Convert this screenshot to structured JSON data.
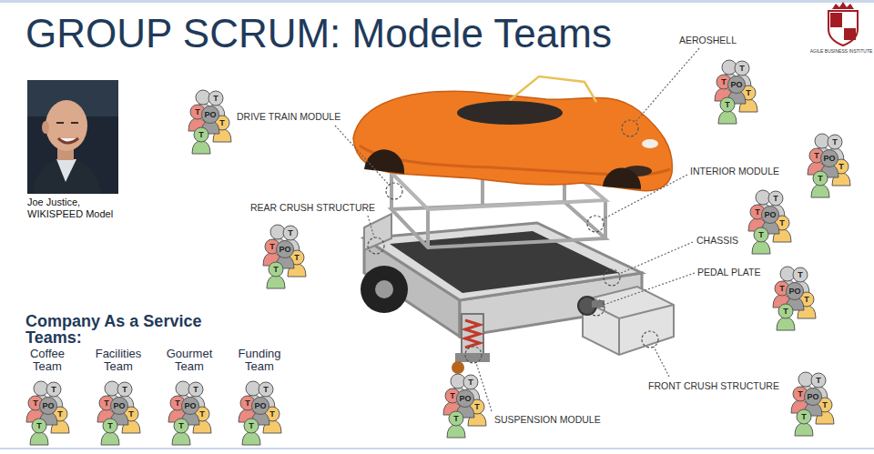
{
  "diagram": {
    "title": "GROUP SCRUM: Modele Teams",
    "labels": [
      "Joe Justice, WIKISPEED Model",
      "AGILE BUSINESS INSTITUTE",
      "AEROSHELL",
      "DRIVE TRAIN MODULE",
      "INTERIOR MODULE",
      "REAR CRUSH STRUCTURE",
      "CHASSIS",
      "PEDAL PLATE",
      "FRONT CRUSH STRUCTURE",
      "SUSPENSION MODULE",
      "Company As a Service Teams:",
      "Coffee Team",
      "Facilities Team",
      "Gourmet Team",
      "Funding Team",
      "T",
      "T",
      "PO",
      "T",
      "T",
      "T",
      "T",
      "PO",
      "T",
      "T",
      "T",
      "T",
      "PO",
      "T",
      "T",
      "T",
      "T",
      "PO",
      "T",
      "T",
      "T",
      "T",
      "PO",
      "T",
      "T",
      "T",
      "T",
      "PO",
      "T",
      "T",
      "T",
      "T",
      "PO",
      "T",
      "T",
      "T",
      "T",
      "PO",
      "T",
      "T",
      "T",
      "T",
      "PO",
      "T",
      "T",
      "T",
      "T",
      "PO",
      "T",
      "T",
      "T",
      "T",
      "PO",
      "T",
      "T",
      "T",
      "T",
      "PO",
      "T",
      "T"
    ]
  }
}
